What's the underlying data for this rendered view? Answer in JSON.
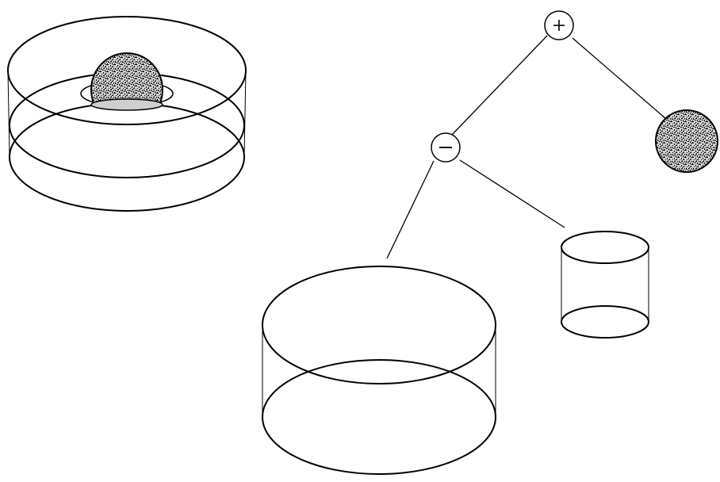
{
  "diagram": {
    "kind": "csg-tree",
    "operators": {
      "root": {
        "symbol": "+",
        "meaning": "union"
      },
      "child": {
        "symbol": "−",
        "meaning": "difference"
      }
    },
    "leaves": [
      "large-cylinder",
      "small-cylinder",
      "sphere"
    ],
    "result": "cylinder-with-hollow-and-sphere",
    "colors": {
      "stroke": "#000000",
      "background": "#ffffff",
      "sphere_fill": "#9a9a9a"
    }
  }
}
